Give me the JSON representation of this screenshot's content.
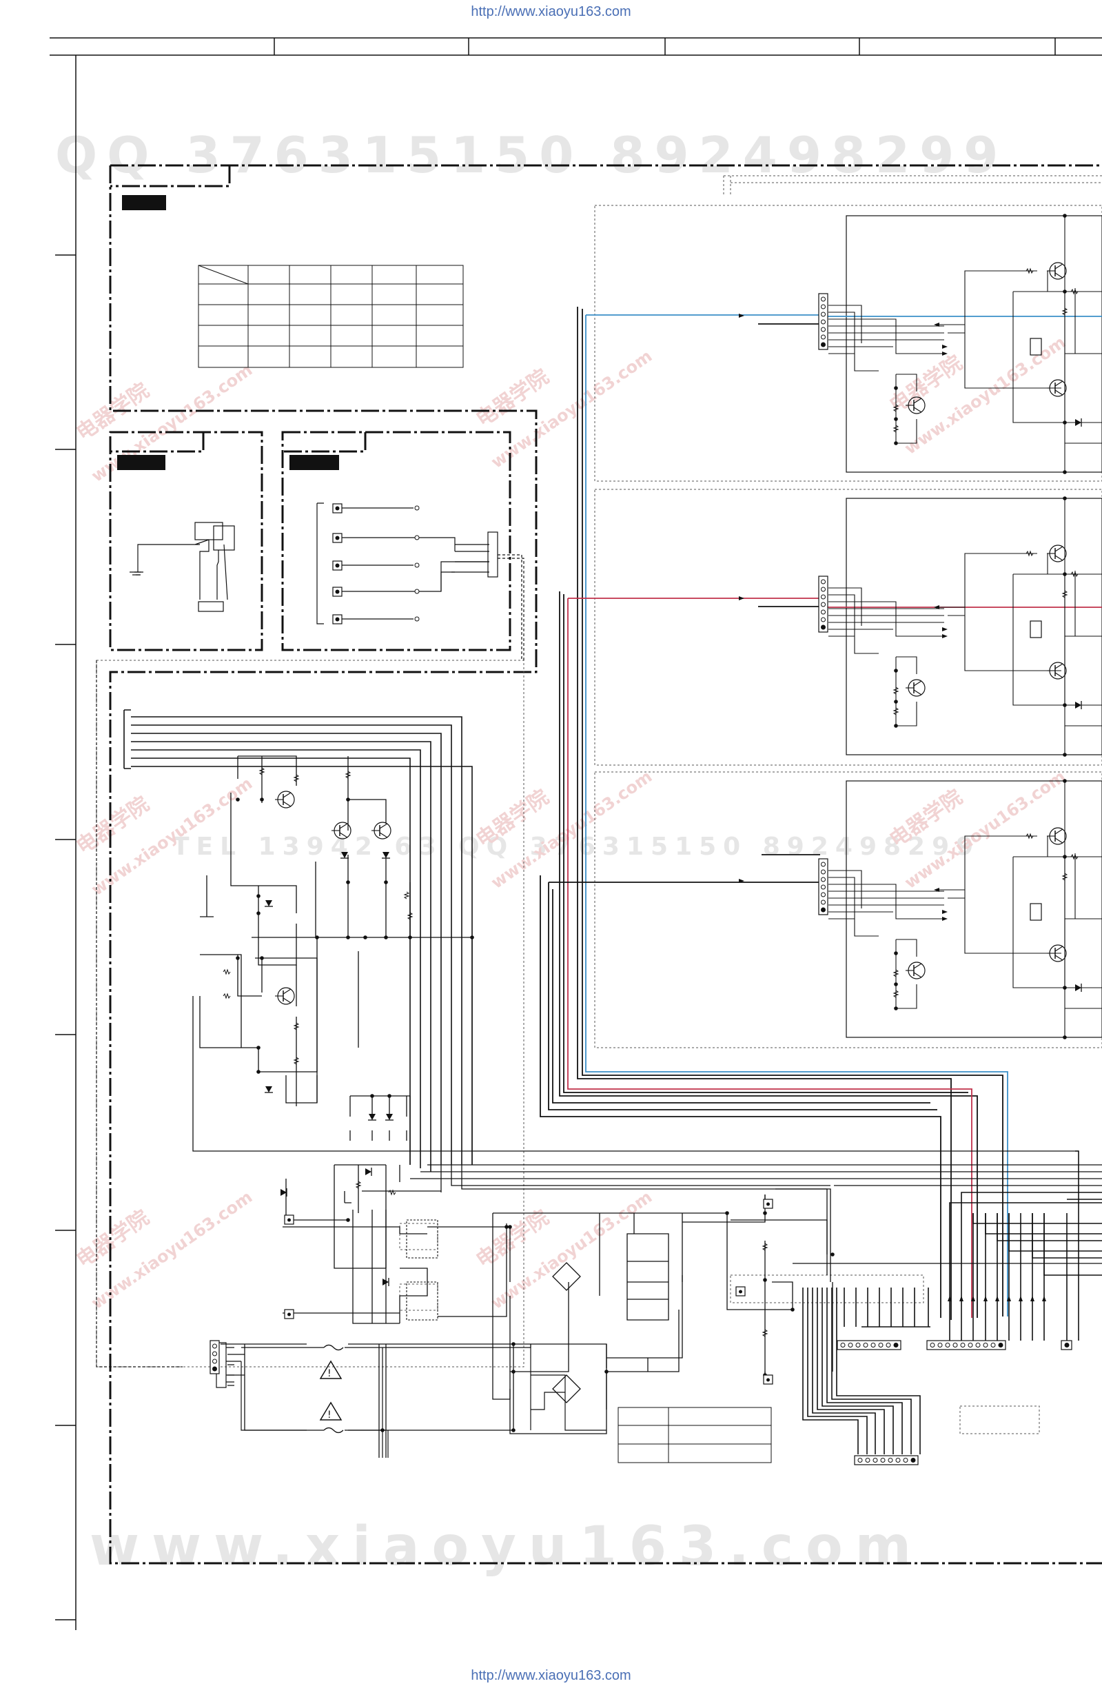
{
  "header": {
    "url": "http://www.xiaoyu163.com"
  },
  "footer": {
    "url": "http://www.xiaoyu163.com"
  },
  "watermarks": {
    "qq_line": "QQ 376315150   892498299",
    "site_line": "www.xiaoyu163.com",
    "mid_line": "TEL 13942 63  QQ 376315150 892498299",
    "brand": "电器学院",
    "brand_site": "www.xiaoyu163.com"
  },
  "colors": {
    "line": "#111111",
    "blue_wire": "#3a8fc8",
    "red_wire": "#c0304a",
    "url_text": "#4a6fb5",
    "watermark": "#e6e6e6"
  },
  "symbols": [
    "warning-triangle-icon",
    "transistor-icon",
    "diode-icon",
    "resistor-icon",
    "connector-icon",
    "fuse-icon",
    "relay-icon",
    "bridge-rectifier-icon",
    "transformer-icon"
  ]
}
